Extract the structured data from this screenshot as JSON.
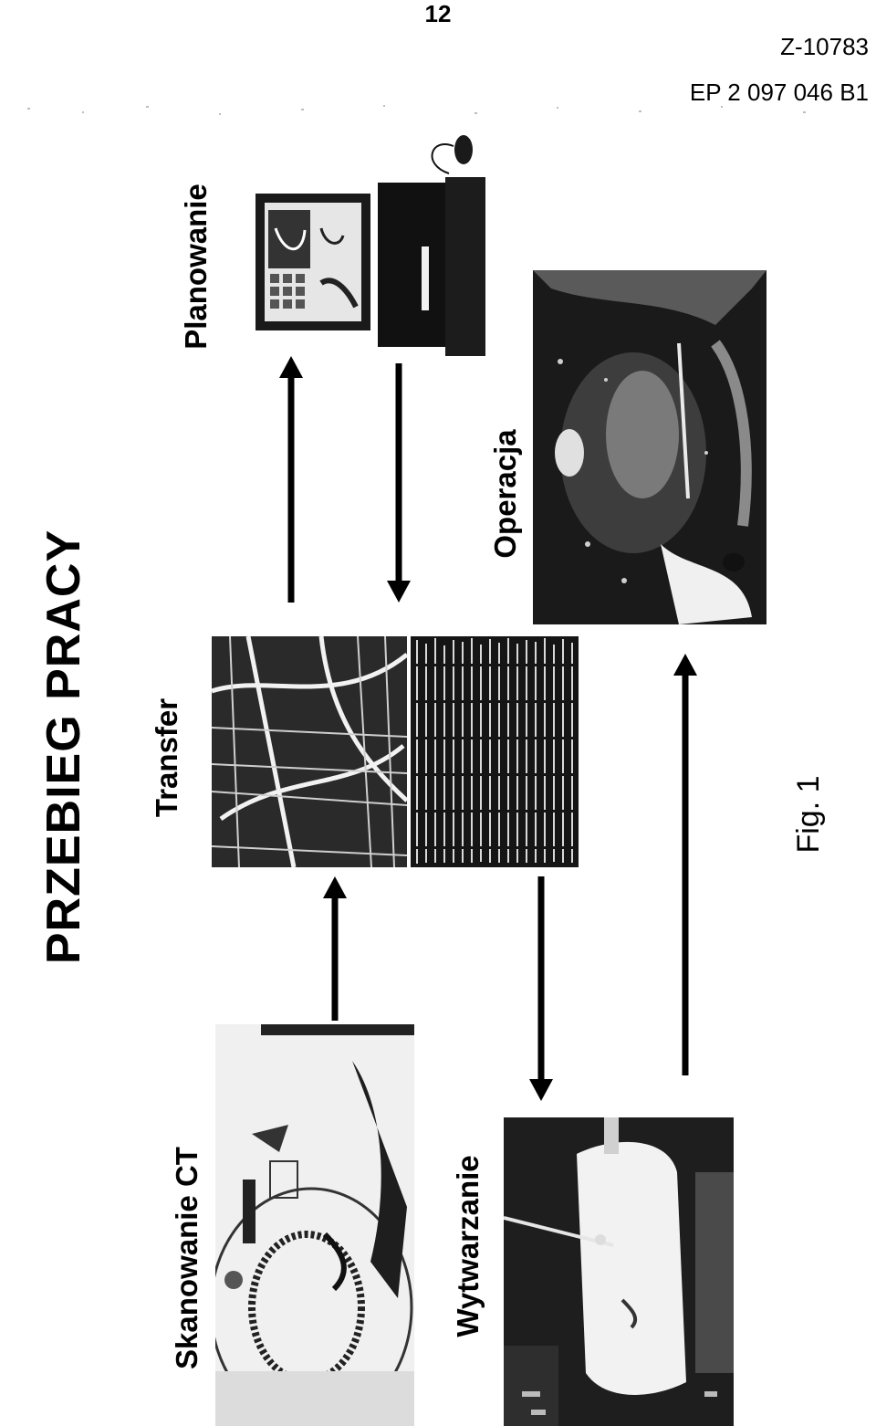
{
  "header": {
    "page_number": "12",
    "code": "Z-10783",
    "patent_number": "EP 2 097 046 B1"
  },
  "figure": {
    "title": "PRZEBIEG PRACY",
    "caption": "Fig. 1",
    "steps": {
      "scanning": "Skanowanie CT",
      "transfer": "Transfer",
      "planning": "Planowanie",
      "surgery": "Operacja",
      "manufacturing": "Wytwarzanie"
    }
  }
}
